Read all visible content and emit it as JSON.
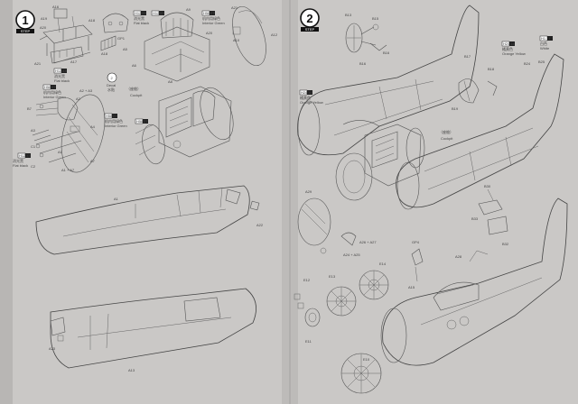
{
  "steps": [
    {
      "number": "1",
      "sub": "STEP"
    },
    {
      "number": "2",
      "sub": "STEP"
    }
  ],
  "paint_codes": {
    "flat_black": {
      "code": "H12",
      "num": "33",
      "zh": "消光黑",
      "en": "Flat black"
    },
    "interior_green": {
      "code": "H58",
      "num": "27",
      "zh": "机内用绿色",
      "en": "Interior Green"
    },
    "orange_yellow": {
      "code": "H24",
      "num": "14",
      "zh": "橘黄色",
      "en": "Orange Yellow"
    },
    "white": {
      "code": "H1",
      "num": "1",
      "zh": "白色",
      "en": "White"
    }
  },
  "labels": {
    "cockpit_zh": "（座舱）",
    "cockpit_en": "Cockpit",
    "decal_zh": "水贴",
    "decal_en": "Decal",
    "decal_num": "2"
  },
  "parts_step1": [
    "A16",
    "A18",
    "A19",
    "A20",
    "A21",
    "A22",
    "A23",
    "A17",
    "A2",
    "A2 + A3",
    "A3",
    "A9",
    "A4",
    "A5",
    "A6",
    "A8",
    "A10",
    "A11",
    "A12",
    "A13",
    "A14",
    "A15",
    "A1",
    "A1 + A7",
    "A7",
    "B7",
    "B8",
    "C1",
    "C2",
    "GP1",
    "A22",
    "A23"
  ],
  "parts_step2": [
    "B13",
    "B15",
    "B16",
    "B17",
    "B18",
    "B19",
    "B24",
    "B25",
    "A29",
    "A26 + A27",
    "A24 + A25",
    "B30",
    "B33",
    "B32",
    "GP4",
    "E11",
    "E12",
    "E13",
    "E14",
    "E10",
    "A28"
  ]
}
